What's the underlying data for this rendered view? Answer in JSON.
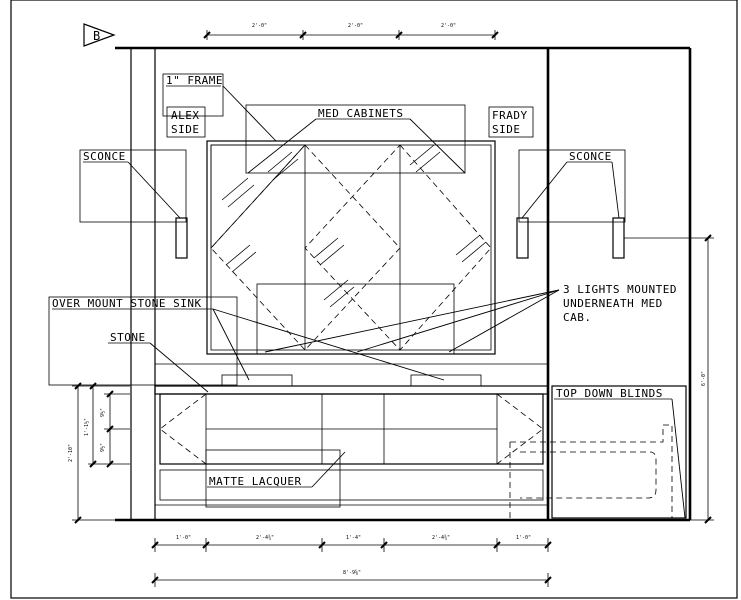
{
  "section_marker": "B",
  "labels": {
    "frame": "1\" FRAME",
    "alex_side_line1": "ALEX",
    "alex_side_line2": "SIDE",
    "med_cabinets": "MED CABINETS",
    "frady_side_line1": "FRADY",
    "frady_side_line2": "SIDE",
    "sconce_left": "SCONCE",
    "sconce_right": "SCONCE",
    "lights_line1": "3 LIGHTS MOUNTED",
    "lights_line2": "UNDERNEATH MED",
    "lights_line3": "CAB.",
    "sink": "OVER MOUNT STONE SINK",
    "stone": "STONE",
    "blinds": "TOP DOWN BLINDS",
    "lacquer": "MATTE LACQUER"
  },
  "dimensions": {
    "top": [
      "2'-0\"",
      "2'-0\"",
      "2'-0\""
    ],
    "bottom": [
      "1'-0\"",
      "2'-4¾\"",
      "1'-4\"",
      "2'-4¾\"",
      "1'-0\""
    ],
    "overall": "8'-9⅝\"",
    "left_total": "2'-10\"",
    "left_upper": "1'-1½\"",
    "left_mid": "9½\"",
    "left_low": "9½\"",
    "right_height": "6'-0\""
  }
}
